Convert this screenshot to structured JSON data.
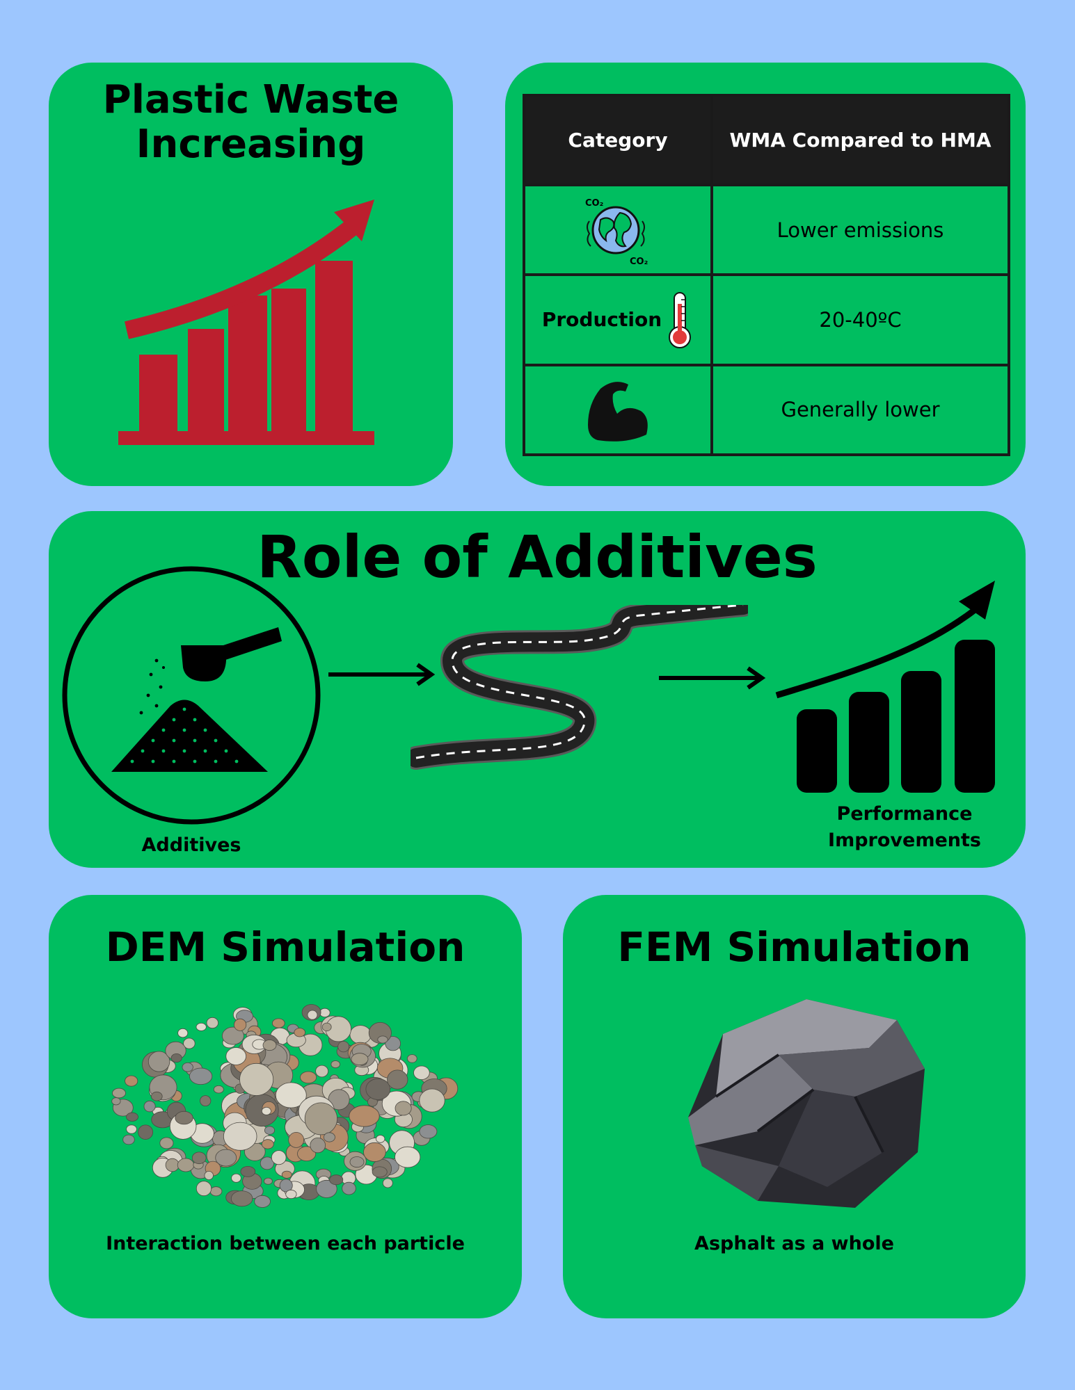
{
  "plastic": {
    "title_line1": "Plastic Waste",
    "title_line2": "Increasing",
    "icon": "rising-bar-chart-icon",
    "accent_color": "#bc1f2e"
  },
  "comparison": {
    "headers": [
      "Category",
      "WMA Compared to HMA"
    ],
    "rows": [
      {
        "category_icon": "globe-co2-icon",
        "icon_labels": [
          "CO₂",
          "CO₂"
        ],
        "value": "Lower emissions"
      },
      {
        "category_label": "Production",
        "category_icon": "thermometer-icon",
        "value": "20-40ºC"
      },
      {
        "category_icon": "flexed-arm-icon",
        "value": "Generally lower"
      }
    ]
  },
  "role": {
    "title": "Role of Additives",
    "steps": [
      {
        "icon": "additive-scoop-icon",
        "label": "Additives"
      },
      {
        "icon": "winding-road-icon",
        "label": ""
      },
      {
        "icon": "performance-chart-icon",
        "label_line1": "Performance",
        "label_line2": "Improvements"
      }
    ]
  },
  "dem": {
    "title": "DEM Simulation",
    "image": "gravel-particles-image",
    "caption": "Interaction between each particle"
  },
  "fem": {
    "title": "FEM Simulation",
    "image": "asphalt-rock-image",
    "caption": "Asphalt as a whole"
  },
  "colors": {
    "background": "#9dc6fe",
    "card": "#00be60",
    "table_header": "#1c1c1c"
  }
}
